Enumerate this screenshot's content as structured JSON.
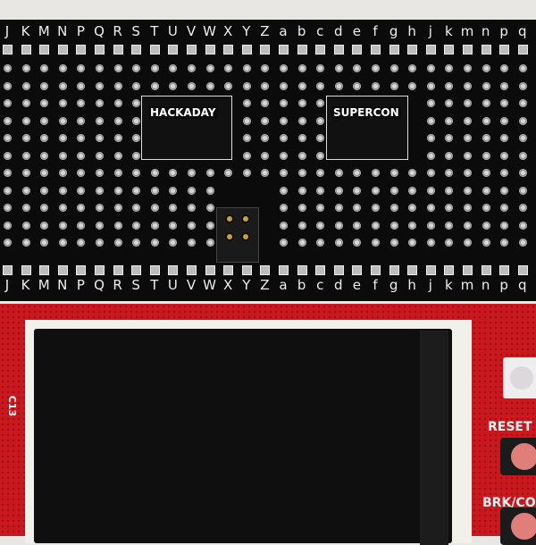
{
  "board": {
    "column_letters": [
      "J",
      "K",
      "M",
      "N",
      "P",
      "Q",
      "R",
      "S",
      "T",
      "U",
      "V",
      "W",
      "X",
      "Y",
      "Z",
      "a",
      "b",
      "c",
      "d",
      "e",
      "f",
      "g",
      "h",
      "j",
      "k",
      "m",
      "n",
      "p",
      "q"
    ],
    "logo_left": "HACKADAY",
    "logo_right": "SUPERCON",
    "silkscreen_c13": "C13",
    "reset_label": "RESET",
    "brk_label": "BRK/CON"
  },
  "colors": {
    "pcb": "#0b0b0b",
    "badge_red": "#c9191f",
    "button_cap": "#e07e7a"
  }
}
